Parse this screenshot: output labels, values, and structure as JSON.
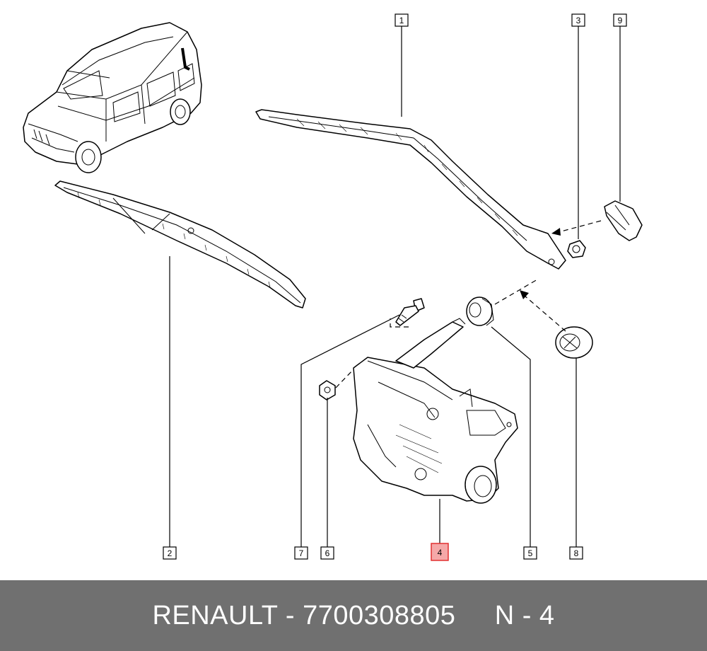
{
  "diagram": {
    "callouts": [
      {
        "id": "1",
        "label": "1",
        "highlight": false
      },
      {
        "id": "2",
        "label": "2",
        "highlight": false
      },
      {
        "id": "3",
        "label": "3",
        "highlight": false
      },
      {
        "id": "4",
        "label": "4",
        "highlight": true
      },
      {
        "id": "5",
        "label": "5",
        "highlight": false
      },
      {
        "id": "6",
        "label": "6",
        "highlight": false
      },
      {
        "id": "7",
        "label": "7",
        "highlight": false
      },
      {
        "id": "8",
        "label": "8",
        "highlight": false
      },
      {
        "id": "9",
        "label": "9",
        "highlight": false
      }
    ],
    "highlight_color": "#e23030"
  },
  "footer": {
    "text": "RENAULT - 7700308805     N - 4",
    "background": "#707070"
  }
}
